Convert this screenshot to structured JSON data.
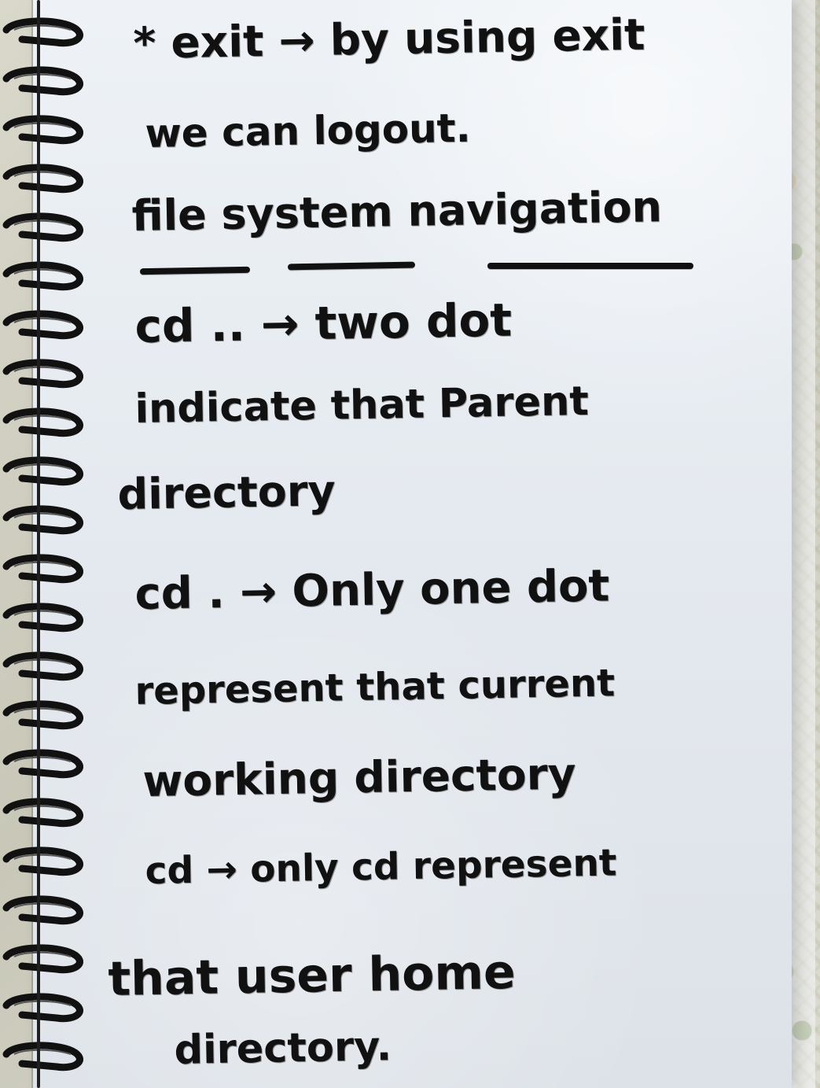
{
  "notebook": {
    "lines": [
      "* exit → by using exit",
      "we can logout.",
      "file system navigation",
      "cd .. → two dot",
      "indicate that Parent",
      "directory",
      "cd . → Only one dot",
      "represent that current",
      "working directory",
      "cd → only cd represent",
      "that user home",
      "directory."
    ]
  }
}
